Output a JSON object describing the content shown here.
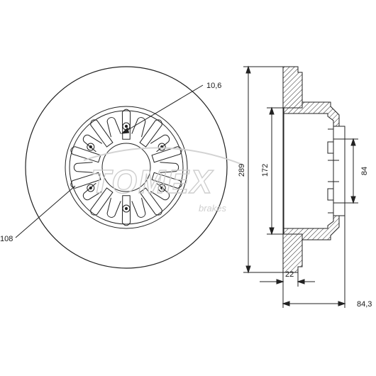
{
  "dimensions": {
    "bolt_hole": "10,6",
    "pcd": "108",
    "outer_diameter": "289",
    "hat_diameter": "172",
    "center_bore": "84",
    "thickness": "22",
    "height": "84,3"
  },
  "watermark": {
    "brand": "TOMEX",
    "tagline": "brakes"
  }
}
